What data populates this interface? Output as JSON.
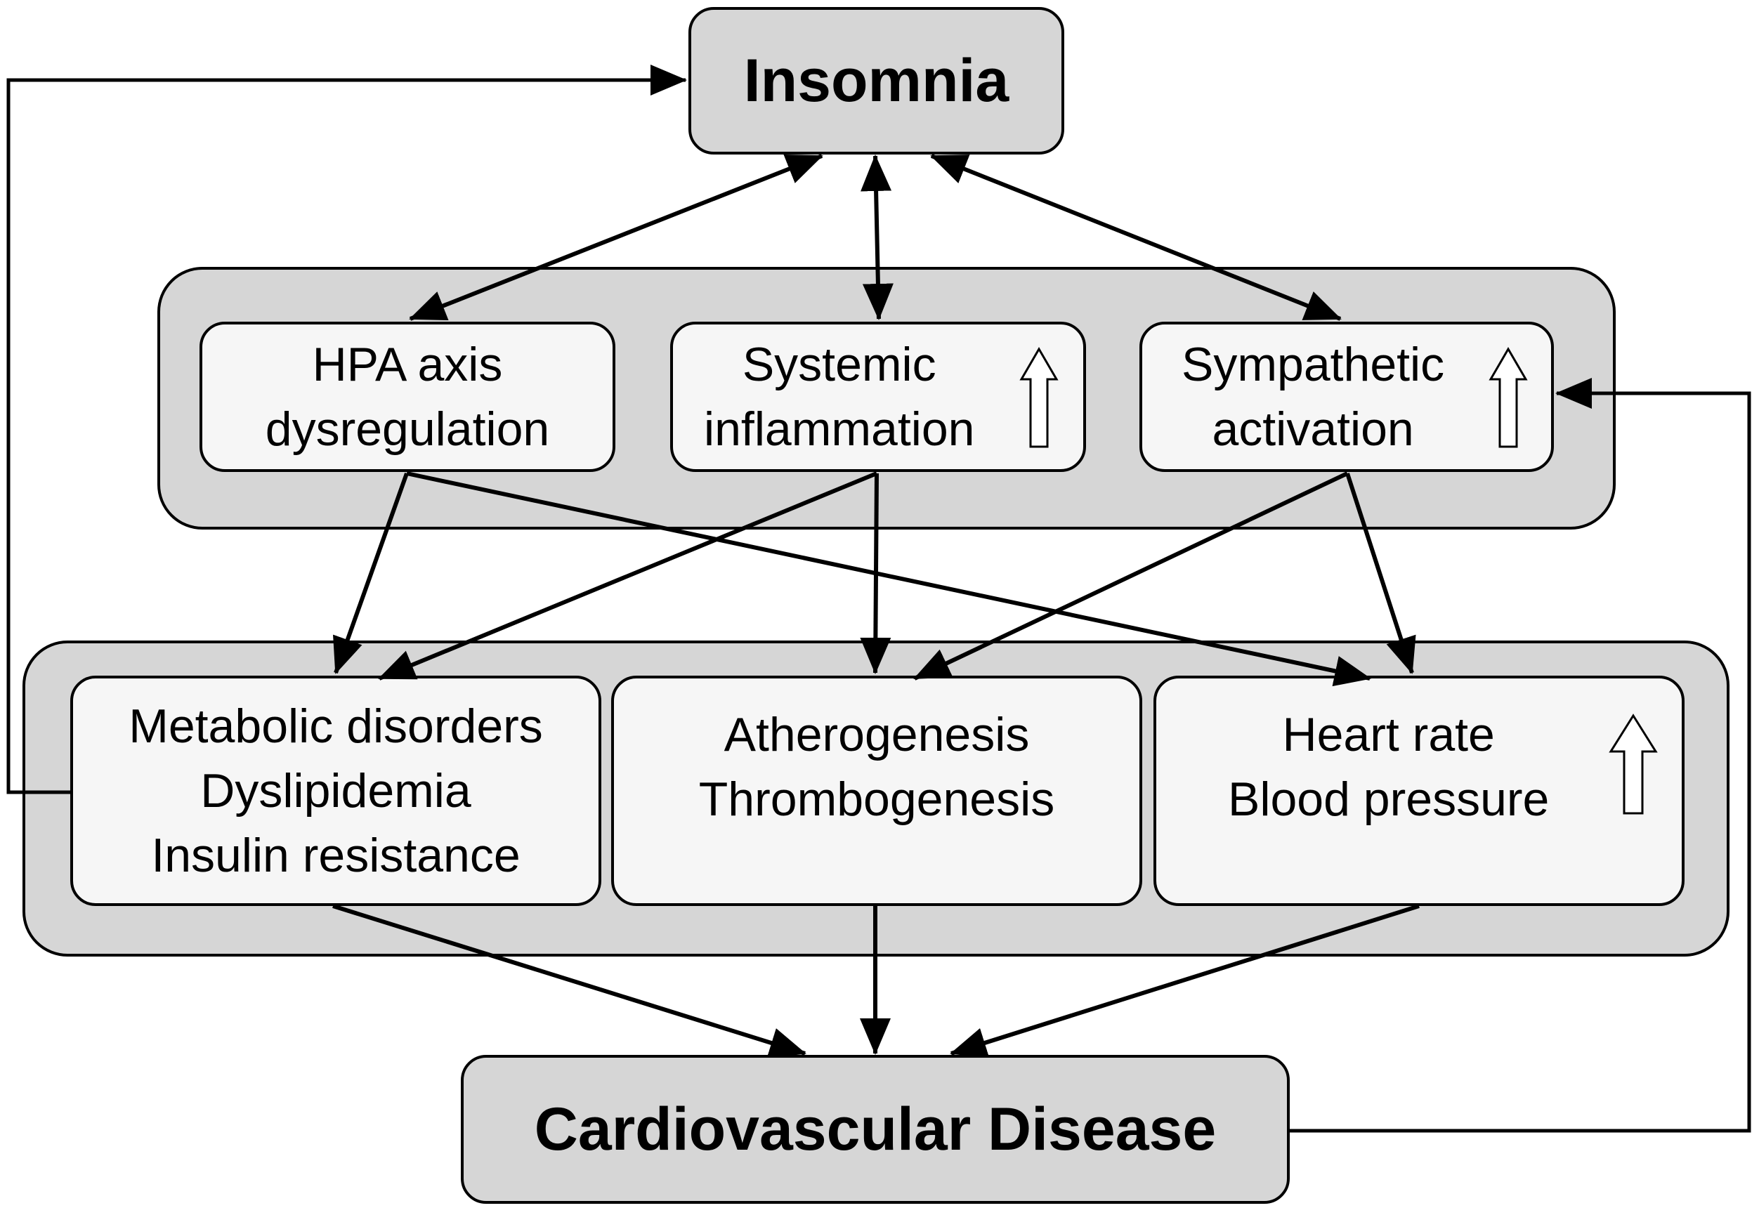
{
  "nodes": {
    "insomnia": {
      "label": "Insomnia"
    },
    "cvd": {
      "label": "Cardiovascular Disease"
    },
    "hpa": {
      "line1": "HPA axis",
      "line2": "dysregulation"
    },
    "inflammation": {
      "line1": "Systemic",
      "line2": "inflammation"
    },
    "sympathetic": {
      "line1": "Sympathetic",
      "line2": "activation"
    },
    "metabolic": {
      "line1": "Metabolic disorders",
      "line2": "Dyslipidemia",
      "line3": "Insulin resistance"
    },
    "athero": {
      "line1": "Atherogenesis",
      "line2": "Thrombogenesis"
    },
    "heart": {
      "line1": "Heart rate",
      "line2": "Blood pressure"
    }
  },
  "indicators": {
    "inflammation": "up-arrow-icon",
    "sympathetic": "up-arrow-icon",
    "heart": "up-arrow-icon"
  }
}
